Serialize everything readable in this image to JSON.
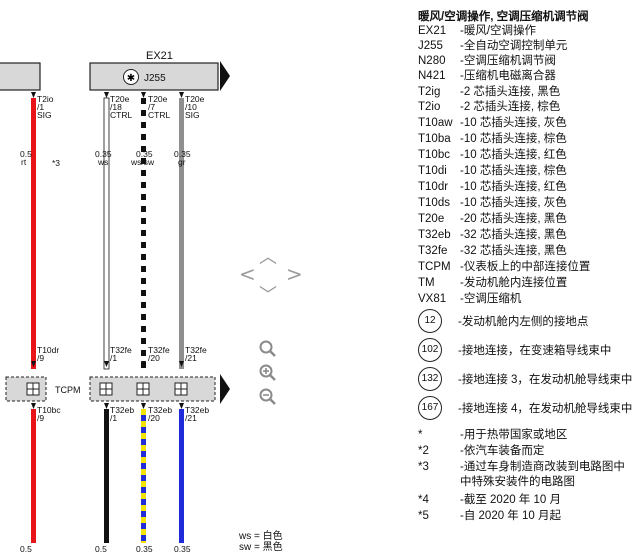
{
  "diagram": {
    "unit_box_label": "EX21",
    "unit_inner_label": "J255",
    "connector_strip_label": "TCPM",
    "pins_top": [
      {
        "id": "p1",
        "lines": [
          "T2io",
          "/1",
          "SIG"
        ]
      },
      {
        "id": "p2",
        "lines": [
          "T20e",
          "/18",
          "CTRL"
        ]
      },
      {
        "id": "p3",
        "lines": [
          "T20e",
          "/7",
          "CTRL"
        ]
      },
      {
        "id": "p4",
        "lines": [
          "T20e",
          "/10",
          "SIG"
        ]
      }
    ],
    "wire_specs_top": [
      {
        "size": "0.5",
        "color": "rt"
      },
      {
        "size": "0.35",
        "color": "ws"
      },
      {
        "size": "0.35",
        "color": "ws/sw"
      },
      {
        "size": "0.35",
        "color": "gr"
      }
    ],
    "footnote_mark": "*3",
    "pins_mid_top": [
      {
        "lines": [
          "T10dr",
          "/9"
        ]
      },
      {
        "lines": [
          "T32fe",
          "/1"
        ]
      },
      {
        "lines": [
          "T32fe",
          "/20"
        ]
      },
      {
        "lines": [
          "T32fe",
          "/21"
        ]
      }
    ],
    "pins_mid_bottom": [
      {
        "lines": [
          "T10bc",
          "/9"
        ]
      },
      {
        "lines": [
          "T32eb",
          "/1"
        ]
      },
      {
        "lines": [
          "T32eb",
          "/20"
        ]
      },
      {
        "lines": [
          "T32eb",
          "/21"
        ]
      }
    ],
    "wire_sizes_bottom": [
      "0.5",
      "0.5",
      "0.35",
      "0.35"
    ],
    "color_key": [
      "ws = 白色",
      "sw = 黑色"
    ]
  },
  "legend": {
    "title": "暖风/空调操作, 空调压缩机调节阀",
    "items": [
      {
        "code": "EX21",
        "desc": "-暖风/空调操作"
      },
      {
        "code": "J255",
        "desc": "-全自动空调控制单元"
      },
      {
        "code": "N280",
        "desc": "-空调压缩机调节阀"
      },
      {
        "code": "N421",
        "desc": "-压缩机电磁离合器"
      },
      {
        "code": "T2ig",
        "desc": "-2 芯插头连接, 黑色"
      },
      {
        "code": "T2io",
        "desc": "-2 芯插头连接, 棕色"
      },
      {
        "code": "T10aw",
        "desc": "-10 芯插头连接, 灰色"
      },
      {
        "code": "T10ba",
        "desc": "-10 芯插头连接, 棕色"
      },
      {
        "code": "T10bc",
        "desc": "-10 芯插头连接, 红色"
      },
      {
        "code": "T10di",
        "desc": "-10 芯插头连接, 棕色"
      },
      {
        "code": "T10dr",
        "desc": "-10 芯插头连接, 红色"
      },
      {
        "code": "T10ds",
        "desc": "-10 芯插头连接, 灰色"
      },
      {
        "code": "T20e",
        "desc": "-20 芯插头连接, 黑色"
      },
      {
        "code": "T32eb",
        "desc": "-32 芯插头连接, 黑色"
      },
      {
        "code": "T32fe",
        "desc": "-32 芯插头连接, 黑色"
      },
      {
        "code": "TCPM",
        "desc": "-仪表板上的中部连接位置"
      },
      {
        "code": "TM",
        "desc": "-发动机舱内连接位置"
      },
      {
        "code": "VX81",
        "desc": "-空调压缩机"
      }
    ],
    "circled": [
      {
        "num": "12",
        "desc": "-发动机舱内左侧的接地点"
      },
      {
        "num": "102",
        "desc": "-接地连接，在变速箱导线束中"
      },
      {
        "num": "132",
        "desc": "-接地连接 3，在发动机舱导线束中"
      },
      {
        "num": "167",
        "desc": "-接地连接 4，在发动机舱导线束中"
      }
    ],
    "notes": [
      {
        "mark": "*",
        "desc": "-用于热带国家或地区"
      },
      {
        "mark": "*2",
        "desc": "-依汽车装备而定"
      },
      {
        "mark": "*3",
        "desc": "-通过车身制造商改装到电路图中"
      },
      {
        "mark": "",
        "desc": "中特殊安装件的电路图"
      },
      {
        "mark": "*4",
        "desc": "-截至 2020 年 10 月"
      },
      {
        "mark": "*5",
        "desc": "-自 2020 年 10 月起"
      }
    ]
  },
  "nav": {
    "up_icon": "chevron-up",
    "down_icon": "chevron-down",
    "left_icon": "chevron-left",
    "right_icon": "chevron-right",
    "zoom_fit_icon": "magnifier-icon",
    "zoom_in_icon": "zoom-in-icon",
    "zoom_out_icon": "zoom-out-icon"
  }
}
